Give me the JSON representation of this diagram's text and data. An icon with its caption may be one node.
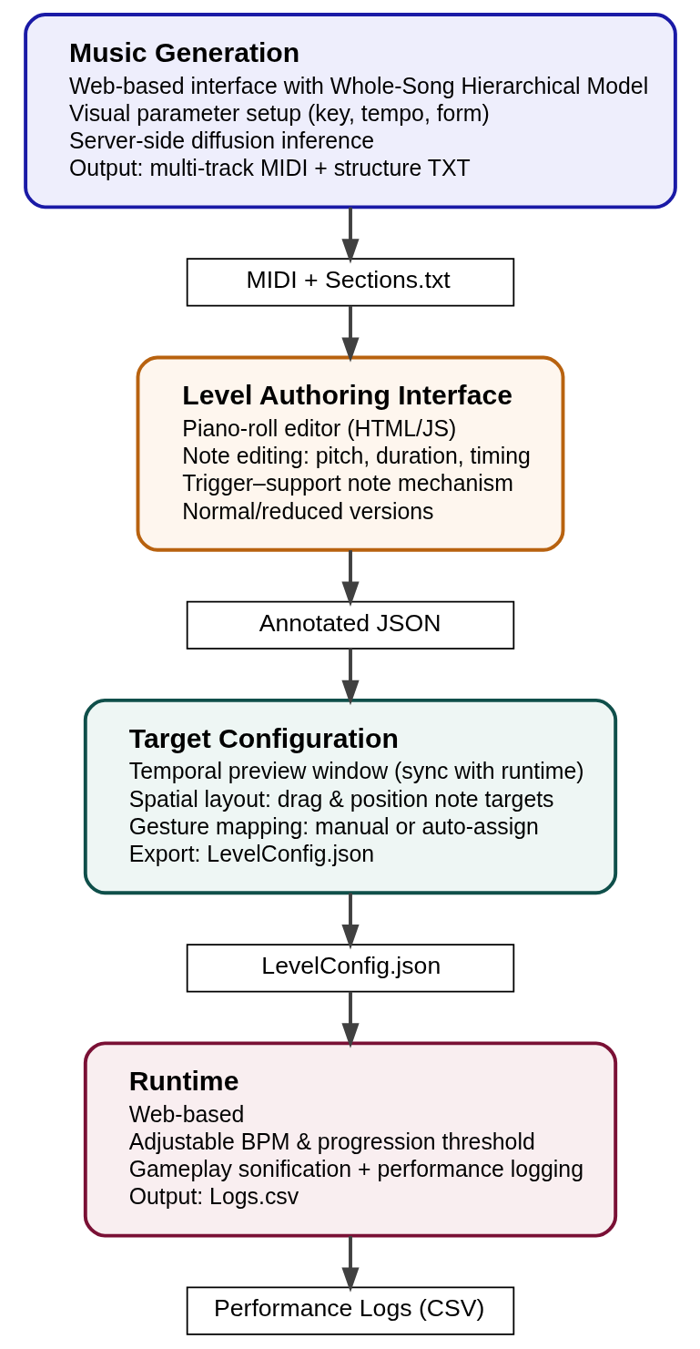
{
  "diagram": {
    "nodes": [
      {
        "text": [
          "Music Generation",
          "Web-based interface with Whole-Song Hierarchical Model",
          "Visual parameter setup (key, tempo, form)",
          "Server-side diffusion inference",
          "Output: multi-track MIDI + structure TXT"
        ]
      },
      {
        "text": [
          "MIDI + Sections.txt"
        ]
      },
      {
        "text": [
          "Level Authoring Interface",
          "Piano-roll editor (HTML/JS)",
          "Note editing: pitch, duration, timing",
          "Trigger–support note mechanism",
          "Normal/reduced versions"
        ]
      },
      {
        "text": [
          "Annotated JSON"
        ]
      },
      {
        "text": [
          "Target Configuration",
          "Temporal preview window (sync with runtime)",
          "Spatial layout: drag & position note targets",
          "Gesture mapping: manual or auto-assign",
          "Export: LevelConfig.json"
        ]
      },
      {
        "text": [
          "LevelConfig.json"
        ]
      },
      {
        "text": [
          "Runtime",
          "Web-based",
          "Adjustable BPM & progression threshold",
          "Gameplay sonification + performance logging",
          "Output: Logs.csv"
        ]
      },
      {
        "text": [
          "Performance Logs (CSV)"
        ]
      }
    ],
    "edges": [
      {
        "from": 0,
        "to": 1,
        "arrow": "to"
      },
      {
        "from": 1,
        "to": 2,
        "arrow": "to"
      },
      {
        "from": 2,
        "to": 3,
        "arrow": "to"
      },
      {
        "from": 3,
        "to": 4,
        "arrow": "to"
      },
      {
        "from": 4,
        "to": 5,
        "arrow": "to"
      },
      {
        "from": 5,
        "to": 6,
        "arrow": "to"
      },
      {
        "from": 6,
        "to": 7,
        "arrow": "to"
      }
    ]
  }
}
